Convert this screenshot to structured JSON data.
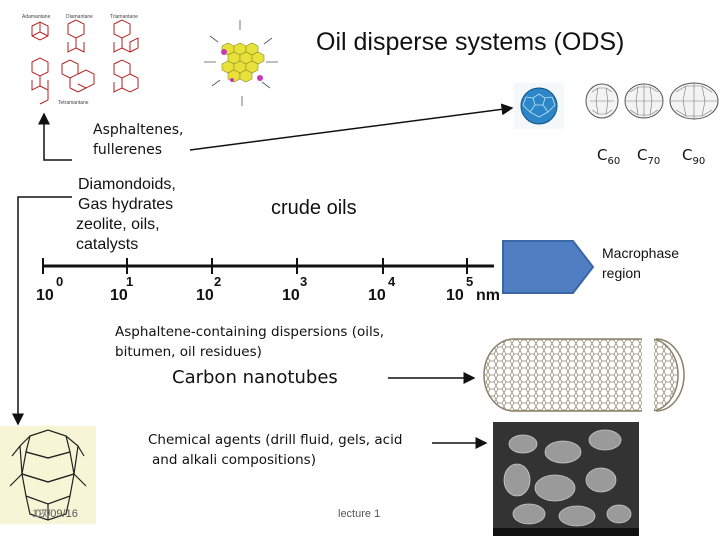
{
  "title": "Oil disperse systems (ODS)",
  "labels": {
    "asphaltenes_line1": "Asphaltenes,",
    "asphaltenes_line2": "fullerenes",
    "diamondoids_line1": "Diamondoids,",
    "diamondoids_line2": "Gas hydrates",
    "diamondoids_line3": "zeolite, oils,",
    "diamondoids_line4": "catalysts",
    "crude_oils": "crude oils",
    "macrophase_line1": "Macrophase",
    "macrophase_line2": "region",
    "dispersions_line1": "Asphaltene-containing dispersions (oils,",
    "dispersions_line2": "bitumen, oil residues)",
    "nanotubes": "Carbon nanotubes",
    "chemical_line1": "Chemical agents (drill fluid, gels, acid",
    "chemical_line2": "and alkali compositions)"
  },
  "fullerenes": {
    "c60": "C",
    "c60_sub": "60",
    "c70": "C",
    "c70_sub": "70",
    "c90": "C",
    "c90_sub": "90"
  },
  "scale": {
    "unit": "nm",
    "ticks": [
      {
        "base": "10",
        "exp": "0"
      },
      {
        "base": "10",
        "exp": "1"
      },
      {
        "base": "10",
        "exp": "2"
      },
      {
        "base": "10",
        "exp": "3"
      },
      {
        "base": "10",
        "exp": "4"
      },
      {
        "base": "10",
        "exp": "5"
      }
    ]
  },
  "top_figure_captions": {
    "adamantane": "Adamantane",
    "diamantane": "Diamantane",
    "triamantane": "Triamantane",
    "tetramantane": "Tetramantane"
  },
  "footer": {
    "date": "07/09/16",
    "overlap_text": "120",
    "lecture": "lecture 1"
  },
  "colors": {
    "arrow_blue": "#4f7fc2",
    "arrow_blue_border": "#3a66a6",
    "diamondoid_red": "#b22222",
    "asphaltene_yellow": "#e7e13a",
    "asphaltene_magenta": "#c23bb8",
    "fullerene_blue": "#2d86c8"
  },
  "icons": [
    "diamondoid-structures-icon",
    "asphaltene-molecule-icon",
    "fullerene-c60-icon",
    "fullerene-c70-icon",
    "fullerene-c90-icon",
    "gas-hydrate-cage-icon",
    "carbon-nanotube-icon",
    "sem-micrograph-icon",
    "macrophase-arrow-icon"
  ]
}
